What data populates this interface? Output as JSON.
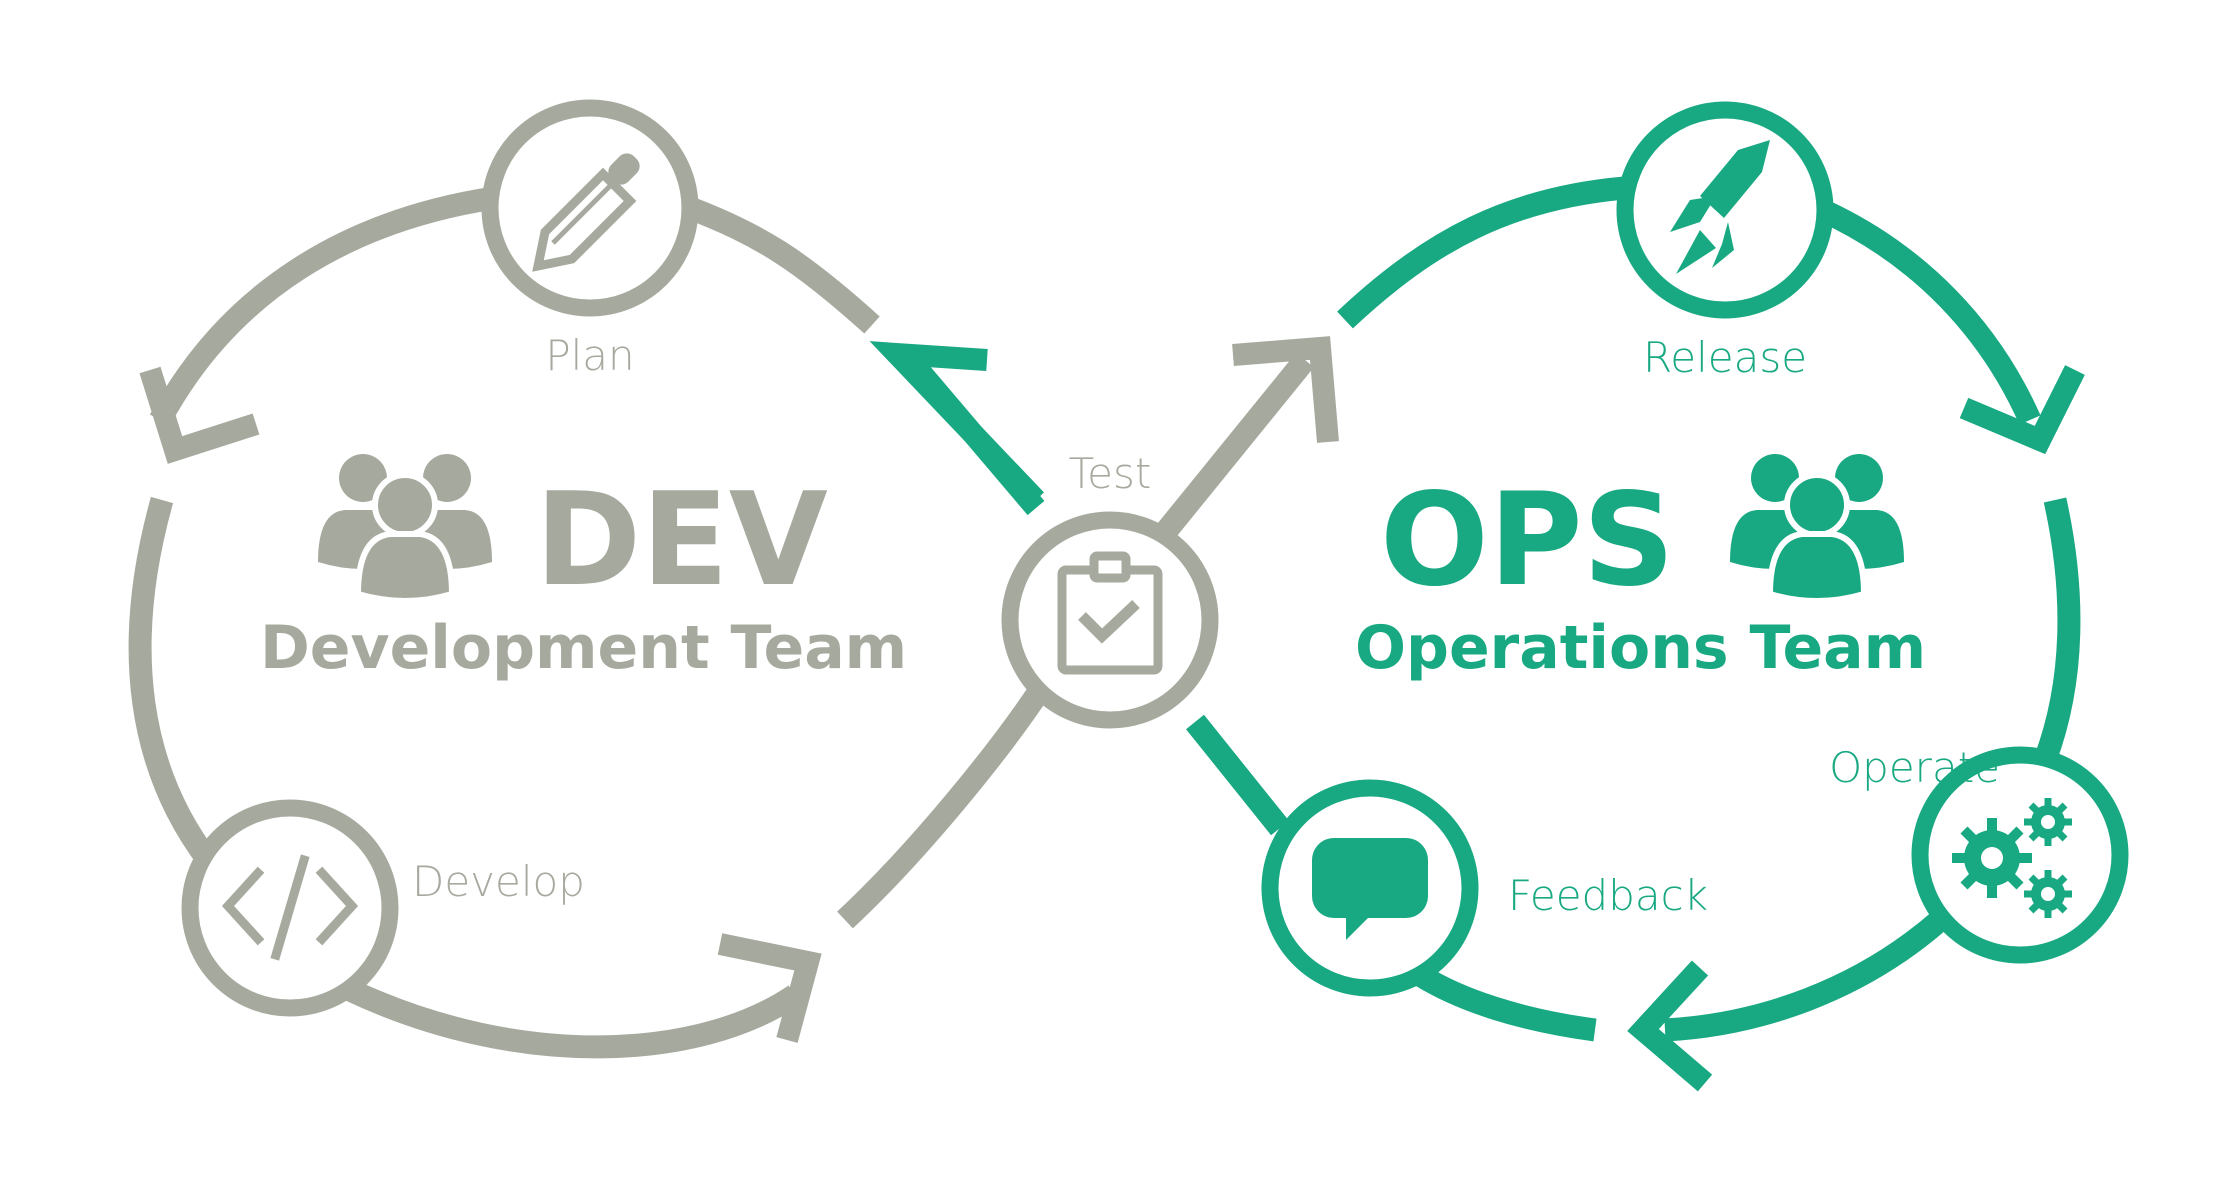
{
  "colors": {
    "dev": "#a6aa9e",
    "ops": "#18a982",
    "background": "#ffffff"
  },
  "dev": {
    "title": "DEV",
    "subtitle": "Development Team",
    "team_icon": "people-group-icon"
  },
  "ops": {
    "title": "OPS",
    "subtitle": "Operations Team",
    "team_icon": "people-group-icon"
  },
  "stages": {
    "plan": {
      "label": "Plan",
      "icon": "pencil-icon"
    },
    "develop": {
      "label": "Develop",
      "icon": "code-icon"
    },
    "test": {
      "label": "Test",
      "icon": "clipboard-check-icon"
    },
    "release": {
      "label": "Release",
      "icon": "rocket-icon"
    },
    "operate": {
      "label": "Operate",
      "icon": "gears-icon"
    },
    "feedback": {
      "label": "Feedback",
      "icon": "chat-bubble-icon"
    }
  }
}
